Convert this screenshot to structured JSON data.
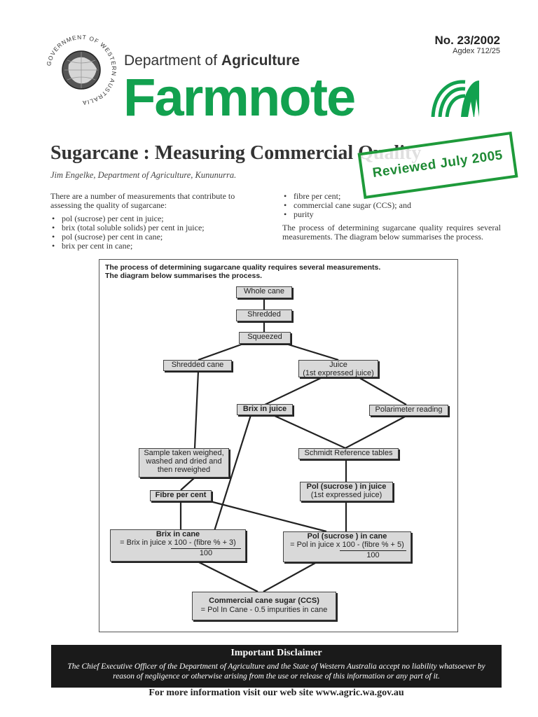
{
  "header": {
    "seal_text": "GOVERNMENT OF WESTERN AUSTRALIA",
    "dept_prefix": "Department of",
    "dept_name": "Agriculture",
    "brand": "Farmnote",
    "issue_no": "No. 23/2002",
    "agdex": "Agdex 712/25",
    "brand_color": "#12a14f",
    "icons": [
      "government-seal-icon",
      "farmnote-swoosh-icon"
    ]
  },
  "article": {
    "title": "Sugarcane : Measuring Commercial Quality",
    "author": "Jim Engelke, Department of Agriculture, Kununurra.",
    "stamp": "Reviewed July 2005",
    "stamp_color": "#1e9a3a",
    "intro": "There are a number of measurements that contribute to assessing the quality of sugarcane:",
    "bullets_left": [
      "pol (sucrose) per cent in juice;",
      "brix (total soluble solids) per cent in juice;",
      "pol (sucrose) per cent in cane;",
      "brix per cent in cane;"
    ],
    "bullets_right": [
      "fibre per cent;",
      "commercial cane sugar (CCS); and",
      "purity"
    ],
    "para": "The process of determining sugarcane quality requires several measurements.  The diagram below summarises the process."
  },
  "diagram": {
    "caption_line1": "The process of determining sugarcane quality requires several measurements.",
    "caption_line2": "The diagram below summarises the process.",
    "nodes": {
      "whole_cane": "Whole cane",
      "shredded": "Shredded",
      "squeezed": "Squeezed",
      "shredded_cane": "Shredded cane",
      "juice_line1": "Juice",
      "juice_line2": "(1st expressed juice)",
      "brix_in_juice": "Brix in juice",
      "polarimeter": "Polarimeter reading",
      "sample_line1": "Sample taken weighed,",
      "sample_line2": "washed and dried and",
      "sample_line3": "then reweighed",
      "schmidt": "Schmidt Reference tables",
      "pol_juice_line1": "Pol (sucrose ) in juice",
      "pol_juice_line2": "(1st expressed juice)",
      "fibre": "Fibre per cent",
      "brix_cane_title": "Brix in cane",
      "brix_cane_formula": "= Brix in juice x 100 - (fibre % + 3)",
      "brix_cane_denom": "100",
      "pol_cane_title": "Pol (sucrose ) in cane",
      "pol_cane_formula": "= Pol in juice x 100 - (fibre % + 5)",
      "pol_cane_denom": "100",
      "ccs_title": "Commercial cane sugar (CCS)",
      "ccs_formula": "= Pol In Cane  - 0.5 impurities in cane"
    }
  },
  "disclaimer": {
    "title": "Important Disclaimer",
    "text": "The Chief Executive Officer of the Department of Agriculture and the State of Western Australia accept no liability whatsoever by reason of negligence or otherwise arising from the use or release of this information or any part of it."
  },
  "footer": {
    "text": "For more information visit our web site www.agric.wa.gov.au"
  }
}
